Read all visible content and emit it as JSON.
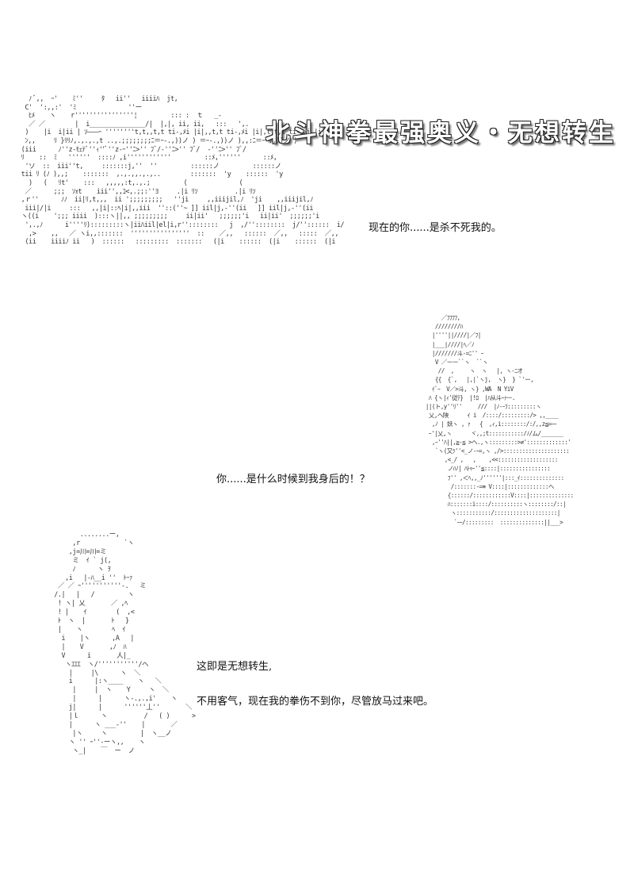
{
  "title": "北斗神拳最强奥义・无想转生",
  "dialogue": [
    "现在的你......是杀不死我的。",
    "你......是什么时候到我身后的！？",
    "这即是无想转生,",
    "不用客气，现在我的拳伤不到你，尽管放马过来吧。"
  ],
  "art": {
    "top_left": "   ﾉ ﾞ,,  ｰ'    ﾐ''     ﾀ   ii''   iiiiﾊ  jt,\n  C'  ':,,:'  'ﾐ              ''ー\n   ﾋﾒ    ヽ    r''''''''''''''''¦         ::: :  ｔ   _-\n   ／ ／        |  i_______________/|  |,|, ii, ii,   :::   ',.\n  )    |i  i|ii | ｿ―――ｰ ''''''''t,t,,t,t ti-,ﾒi |i|,,t,t ti-,ﾒi |i|,t,t,t ti-,ﾒi |i|\n  ﾝ,,     ﾘ }ﾘﾘﾉ,.,.,.,t ..,.;;;;;;;;ﾆ＝ｰ-.,))ノ ) ＝ｰ-.,))ノ ),,:ﾆ＝ｰ-.,))ノ )\n (iii      ﾉ''z-ﾓｪﾃﾞ''ｨ''ﾞ''z-ｰ''ﾆ>'' ﾌﾞ/-''ﾆ>'' ﾌﾞ/  -''ﾆ>'' ﾌﾞ/\n ﾘ    ::  ﾐ   ''''''  ::::ﾉ ,i''''''''''''         ::ﾒ,''''''      ::ﾒ,\n  'ソ  ::  iii''t,     :::::::j,''  ''         ::::::ノ         ::::::ノ\n tii ﾘ (ﾉ ),,;    :::::::  ,.,.,,.,.,..        :::::::  'y    ::::::  'y\n   )   (   ﾘt'    :::   ,,,,,:t,.,.;         (              (\n  ／      ;;;  ｿｫt    iii'',,ｺ<,.;;:''ﾖ     .|i ﾘｿ          .|i ﾘｿ\n ,ｒ''      ﾉﾉ  ii|ﾘ,t,,,  ii ';;;;;;;;;   ''ji     ,,iiijil,ﾉ  'ji    ,,iiijil,ﾉ\n  iii|/|i     :::   ,,|i|::ﾍ|i|,,iii  ''::(''~ ]] iil|j,-''(ii   ]] iil|j,-''(ii\n ヽ((i    ';;; iiii  ):::ヽ||,, ;;;;;;;;;     ii|ii'   ;;;;;;'i   ii|ii'  ;;;;;;'i\n  ',.,ﾉ      i''''ﾘ):::::::::ヽ|iiﾊiil|el|i,r''::::::::   j  ,/''::::::::  j/''::::::  i/\n   ,>    ,,   ／ ヽi,,:::::::  ''''''''''''''''  ::    ／,,   ::::::  ／,,   :::::  ／,,\n  (ii    iiiiﾉ ii   )  ::::::   :::::::::  :::::::   (|i    ::::::  (|i    ::::::  (|i",
    "right_figure": "        ／ﾌﾌﾌﾌ,\n      ////////ﾊ\n     |''''||////|／ﾌ|\n     |___|////|ﾍ／ﾉ\n     |///////斗-=ﾆ'' ｰ\n      V ／ーー``ヽ  ``ヽ\n       //  ,     ヽ  ヽ   |, ヽ-ﾆオ\n      {{  {`,   |,|`ヽj,  ヽ}  } `'ー,\n     ｲ`ｰ  V／>斗, ヽ} ,WA  N YiV\n    ﾊ {ヽ|ｨ'従ﾃ}  |!ﾛ  |ﾊ从斗ｰｧー.\n   ||(ト,y''ﾘ''     ///  |ﾉ-ｰﾌ:::::::::ヽ\n    乂,ヘ陕      ｲ i  /::::/:::::::::/> ,,____\n     ,ﾉ | 妖ヽ , ｧ   {  ,ｨ,i::::::::/:/,,z≦=ｰｰ\n    ｰ'|乂,ヽ      ヾ,,;t:::::::::::/ﾉ/ム/_______\n     ,ｰ''ﾊ||,≧-≦ >ヘ.,ヽ:::::::::>≠':::::::::::::'\n      `ヽ(又ﾂ''<_ノ-ｰ=,ヽ ,/>:::::::::::::::::::::\n         ,<_/ ,   ,    ,<<:::::::::::::::::::\n          ノﾊﾉ| ﾊﾄｬｰ''≦::::|::::::::::::::::\n          ﾌ'' ,＜ﾍ,,_ﾉ''''''|:::_ｲ::::::::::::::\n           /:::::::-=≡ V::::|:::::::::::::ヘ\n          {::::::/::::::::::::V::::|::::::::::::::\n          ﾊ:::::::i::::/::::::::::ヽ::::::::/::|\n           ヽ:::::::::::/::::::::::::::::::::|\n            `ｰｰ/:::::::::  ::::::::::::::||___>",
    "bottom_left_figure": "            ........ー,\n          ,r            `ヽ\n         ,j=川=川=ミ\n          ミ  ｲ ` j(,\n          ﾉ      ヽ ｦ\n        ,i   |-ﾊ__i ''  ﾄｰｧ\n      ／ ／ ｰ'''''''''''-.   ミ\n     /.|   |   /         ヽ\n      ! ヽ| 乂       ／ ,ﾍ\n      ! |    ｲ        (  ,<\n      ﾄ  ヽ  |       ﾄ   }\n      |    ヽ        ﾍ  ｲ\n       i    |ヽ      ,A   |\n       |    V       ,ﾉ  ﾊ\n       V      i       人|_\n        ヽｴｴｴ  ヽ/'''''''''''/ヘ\n         |     |\\      ヽ  ＼\n         i      |:ヽ____    ヽ   ＼\n          |     |  ヽ    Y     ヽ  ＼\n          |      |      ヽ-.,.,i'    ヽ\n         j|      |      ''''''丄''       ＼\n         |ｌ      ヽ          /   ( )      >\n         |      ヽ ___-''    |       ／\n          |ヽ     ヽ         |  ヽ__ノ\n         ヽ '' ｰ''-ーヽ,,    ヽ\n          ヽ_|    ￣  ー  ノ"
  }
}
